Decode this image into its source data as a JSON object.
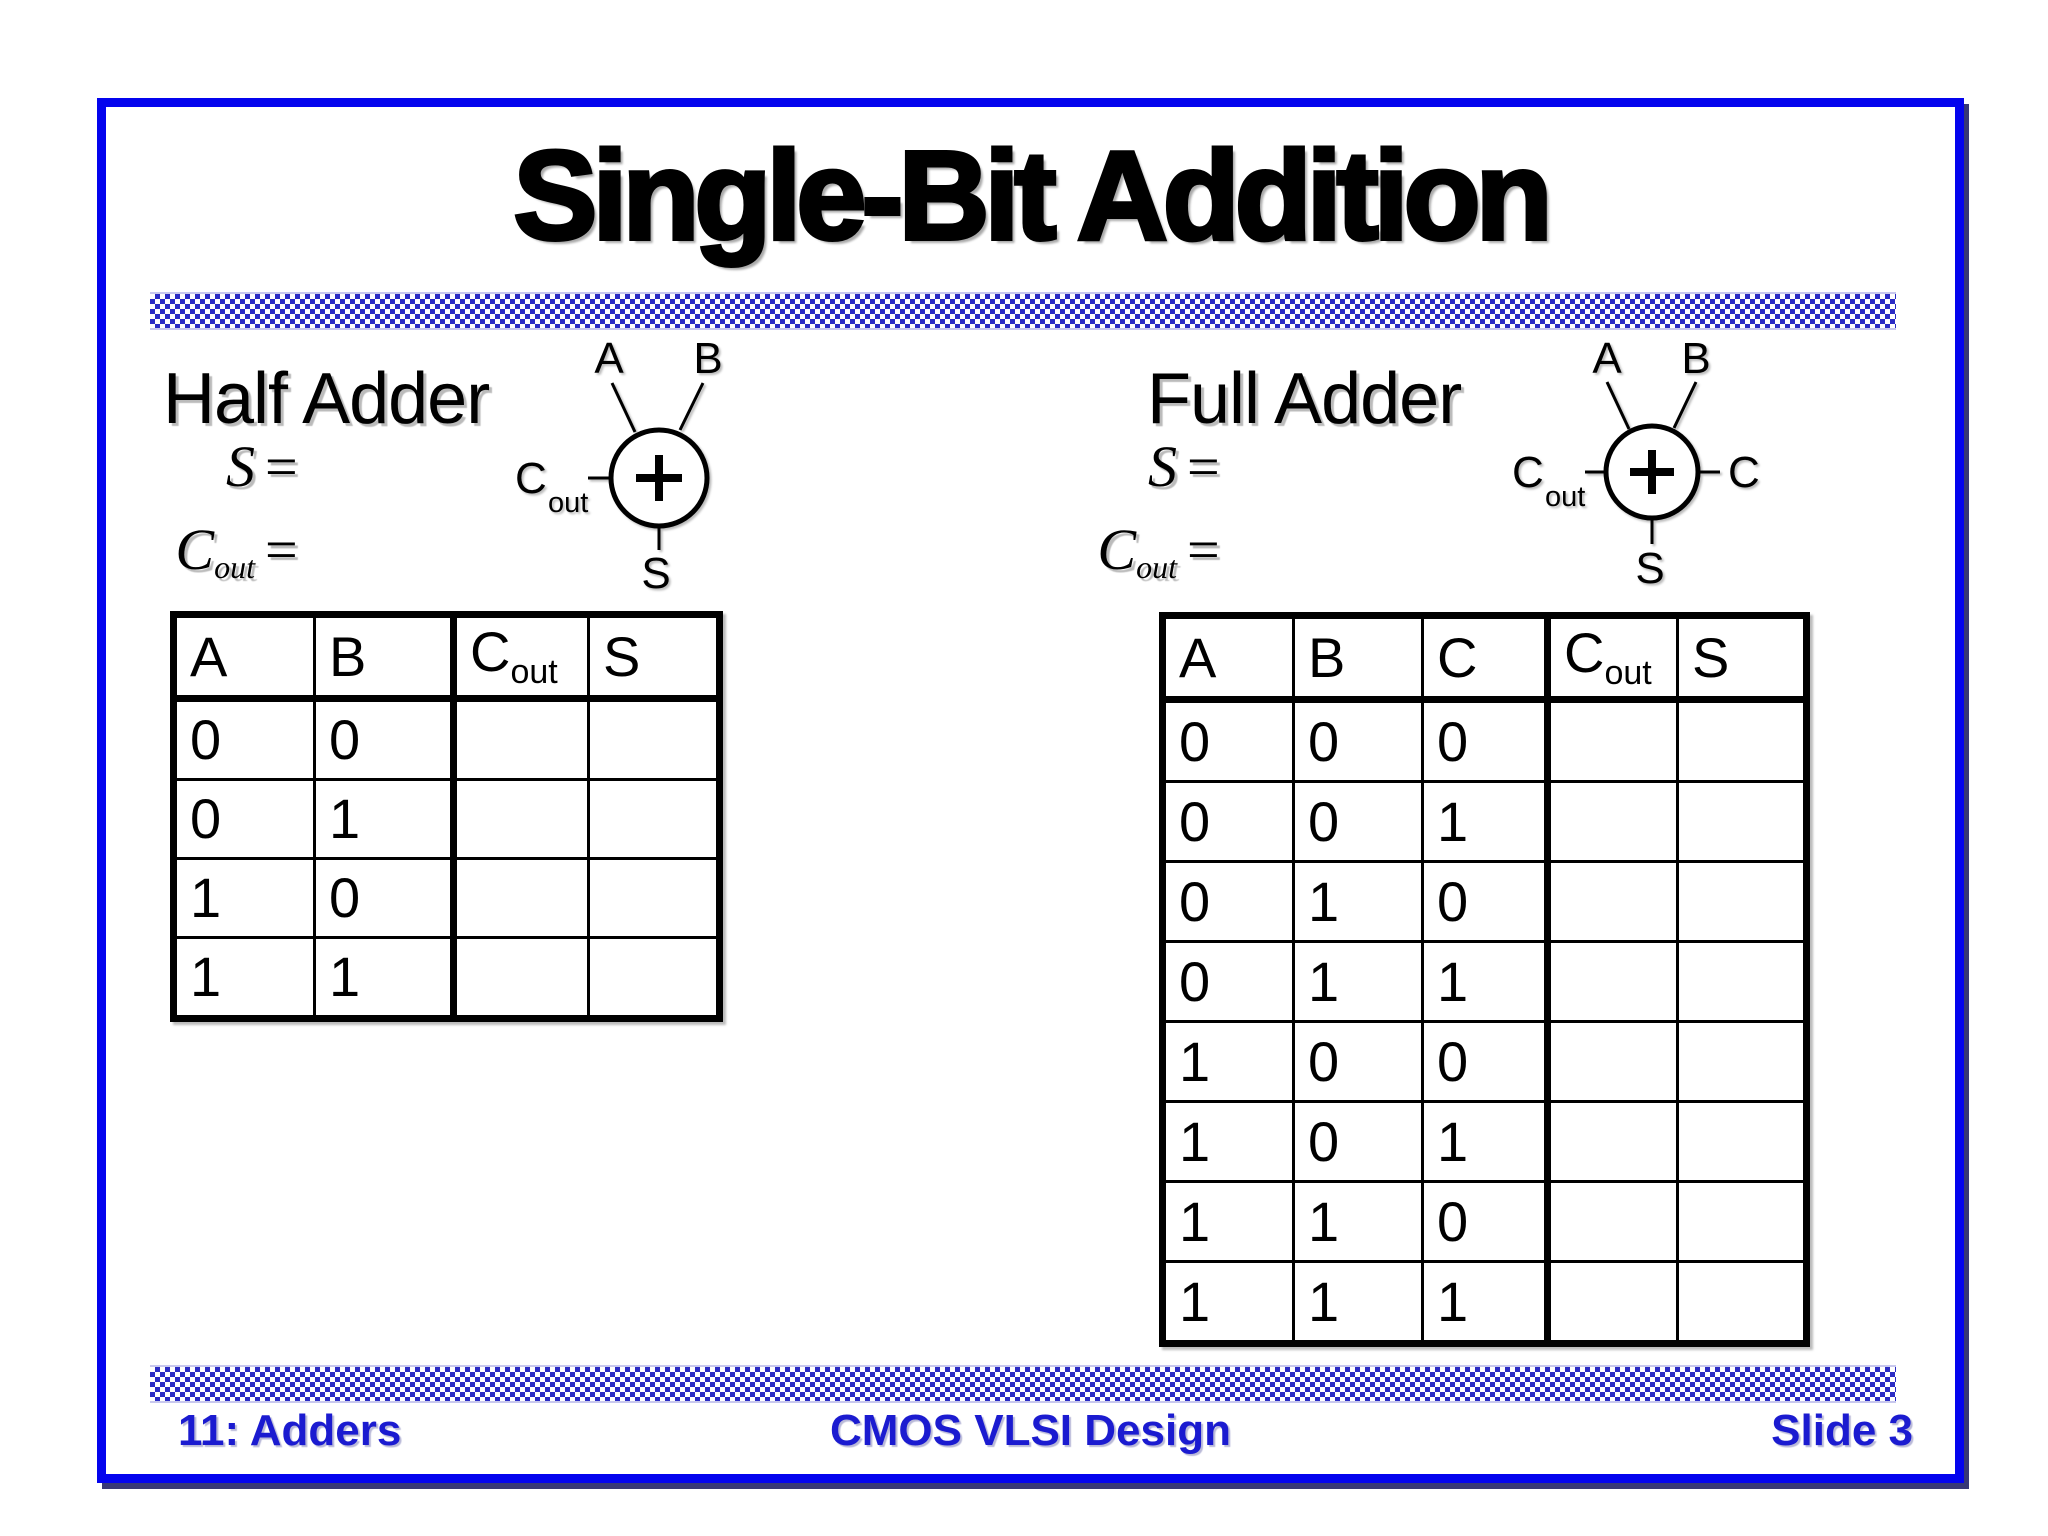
{
  "title": "Single-Bit Addition",
  "colors": {
    "frame_blue": "#0404ee",
    "checker_blue": "#2b2bc4",
    "footer_blue": "#1b1bd0",
    "text_black": "#000000"
  },
  "half_adder": {
    "heading": "Half Adder",
    "equations": {
      "sum_lhs": "S",
      "sum_eq": "=",
      "carry_base": "C",
      "carry_sub": "out",
      "carry_eq": "="
    },
    "symbol": {
      "input_a": "A",
      "input_b": "B",
      "carry_out_base": "C",
      "carry_out_sub": "out",
      "sum": "S"
    },
    "table": {
      "headers": [
        {
          "label": "A",
          "sub": ""
        },
        {
          "label": "B",
          "sub": ""
        },
        {
          "label": "C",
          "sub": "out"
        },
        {
          "label": "S",
          "sub": ""
        }
      ],
      "rows": [
        [
          "0",
          "0",
          "",
          ""
        ],
        [
          "0",
          "1",
          "",
          ""
        ],
        [
          "1",
          "0",
          "",
          ""
        ],
        [
          "1",
          "1",
          "",
          ""
        ]
      ]
    }
  },
  "full_adder": {
    "heading": "Full Adder",
    "equations": {
      "sum_lhs": "S",
      "sum_eq": "=",
      "carry_base": "C",
      "carry_sub": "out",
      "carry_eq": "="
    },
    "symbol": {
      "input_a": "A",
      "input_b": "B",
      "carry_in": "C",
      "carry_out_base": "C",
      "carry_out_sub": "out",
      "sum": "S"
    },
    "table": {
      "headers": [
        {
          "label": "A",
          "sub": ""
        },
        {
          "label": "B",
          "sub": ""
        },
        {
          "label": "C",
          "sub": ""
        },
        {
          "label": "C",
          "sub": "out"
        },
        {
          "label": "S",
          "sub": ""
        }
      ],
      "rows": [
        [
          "0",
          "0",
          "0",
          "",
          ""
        ],
        [
          "0",
          "0",
          "1",
          "",
          ""
        ],
        [
          "0",
          "1",
          "0",
          "",
          ""
        ],
        [
          "0",
          "1",
          "1",
          "",
          ""
        ],
        [
          "1",
          "0",
          "0",
          "",
          ""
        ],
        [
          "1",
          "0",
          "1",
          "",
          ""
        ],
        [
          "1",
          "1",
          "0",
          "",
          ""
        ],
        [
          "1",
          "1",
          "1",
          "",
          ""
        ]
      ]
    }
  },
  "footer": {
    "left": "11: Adders",
    "center": "CMOS VLSI Design",
    "right": "Slide 3"
  }
}
